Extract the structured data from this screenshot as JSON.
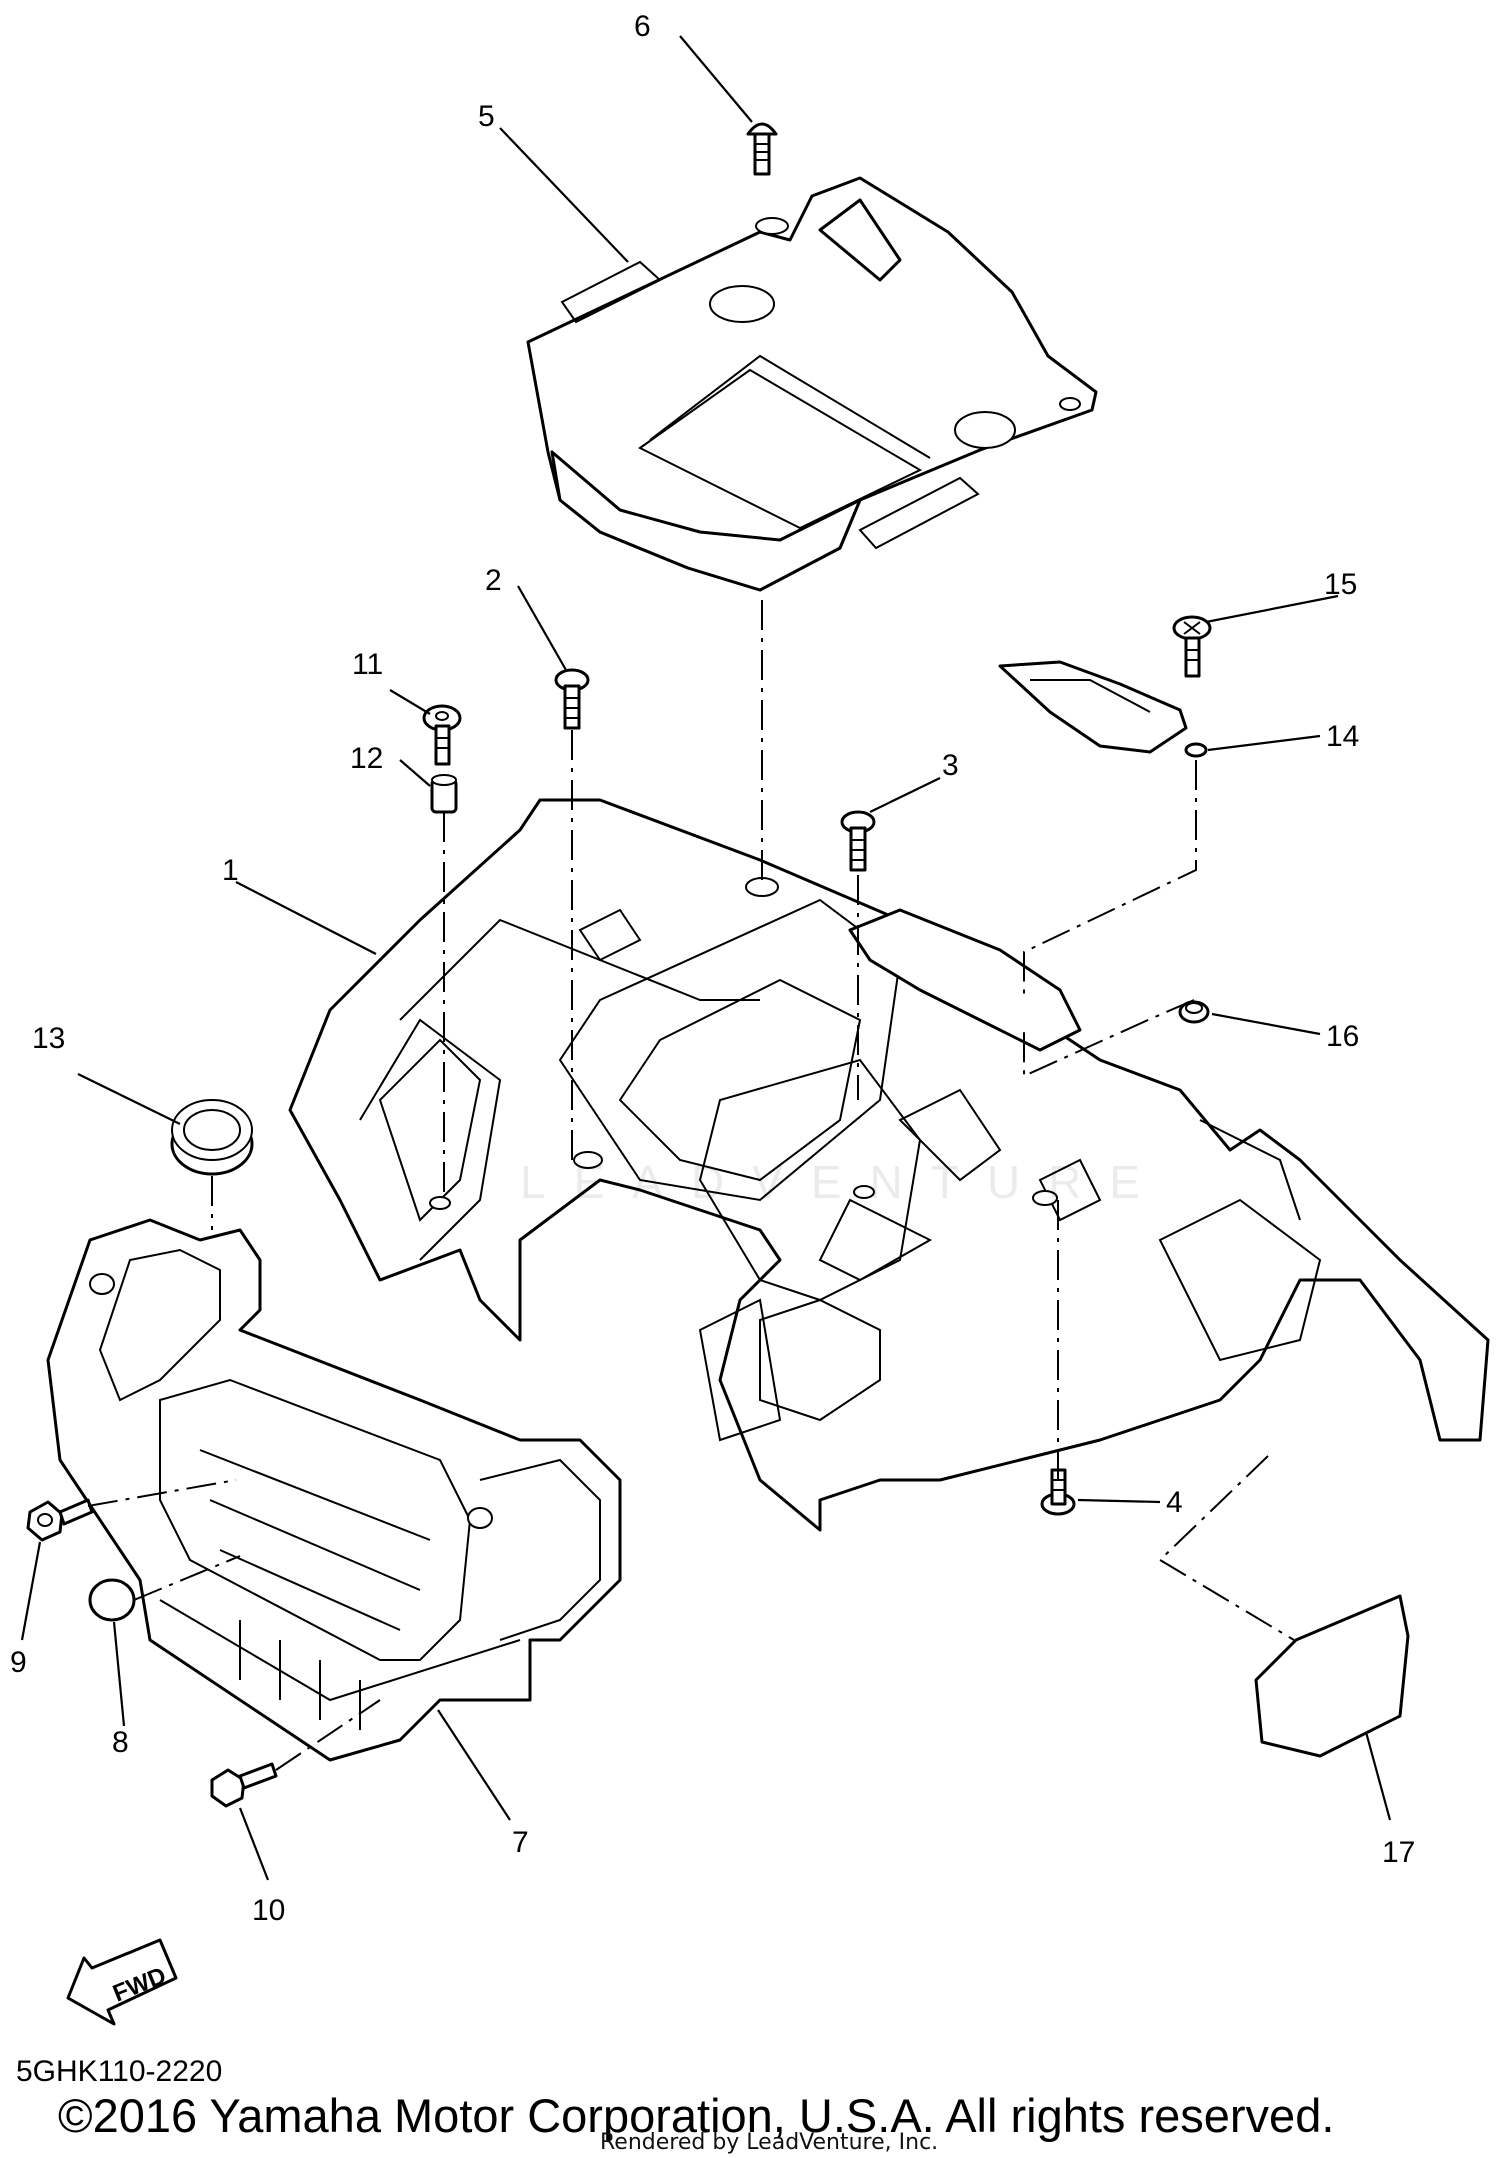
{
  "diagram": {
    "callouts": [
      "1",
      "2",
      "3",
      "4",
      "5",
      "6",
      "7",
      "8",
      "9",
      "10",
      "11",
      "12",
      "13",
      "14",
      "15",
      "16",
      "17"
    ],
    "fwd_label": "FWD",
    "drawing_code": "5GHK110-2220",
    "copyright": "©2016 Yamaha Motor Corporation, U.S.A. All rights reserved.",
    "rendered_by": "Rendered by LeadVenture, Inc.",
    "watermark": "LEADVENTURE"
  }
}
